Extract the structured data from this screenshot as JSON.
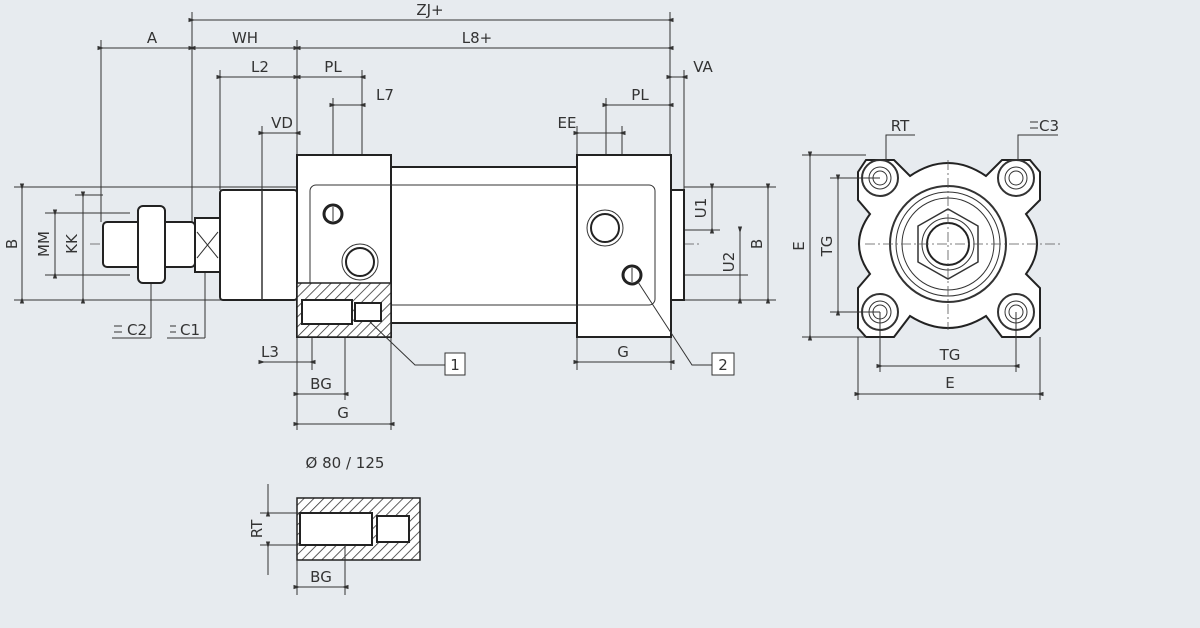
{
  "drawing": {
    "dimensions": {
      "zj": "ZJ+",
      "a": "A",
      "wh": "WH",
      "l8": "L8+",
      "l2": "L2",
      "pl_front": "PL",
      "l7": "L7",
      "vd": "VD",
      "va": "VA",
      "pl_rear": "PL",
      "ee": "EE",
      "b_left": "B",
      "mm": "MM",
      "kk": "KK",
      "c2": "C2",
      "c1": "C1",
      "l3": "L3",
      "bg": "BG",
      "g_front": "G",
      "g_rear": "G",
      "u1": "U1",
      "u2": "U2",
      "b_right": "B",
      "rt": "RT",
      "c3": "C3",
      "e_vert": "E",
      "tg_vert": "TG",
      "tg_horiz": "TG",
      "e_horiz": "E",
      "rt_detail": "RT",
      "bg_detail": "BG"
    },
    "callouts": [
      "1",
      "2"
    ],
    "detail_title": "Ø 80 / 125"
  }
}
